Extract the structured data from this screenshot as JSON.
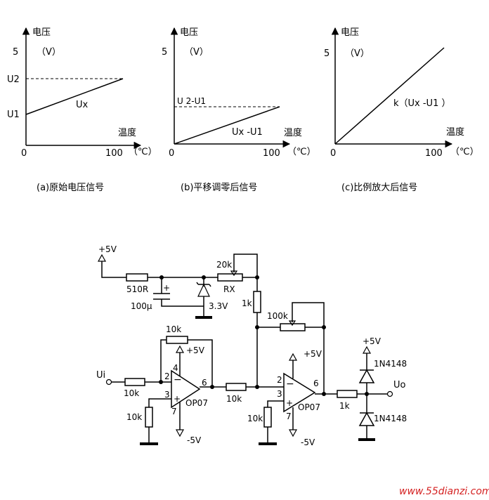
{
  "graphs": [
    {
      "y_label": "电压",
      "y_unit": "（V）",
      "y_tick": "5",
      "x_label": "温度",
      "x_unit": "（℃）",
      "origin": "0",
      "x_tick": "100",
      "level_labels": [
        "U2",
        "U1"
      ],
      "line_label": "Ux",
      "caption": "(a)原始电压信号"
    },
    {
      "y_label": "电压",
      "y_unit": "（V）",
      "y_tick": "5",
      "x_label": "温度",
      "x_unit": "（℃）",
      "origin": "0",
      "x_tick": "100",
      "level_labels": [
        "U 2-U1"
      ],
      "line_label": "Ux -U1",
      "caption": "(b)平移调零后信号"
    },
    {
      "y_label": "电压",
      "y_unit": "（V）",
      "y_tick": "5",
      "x_label": "温度",
      "x_unit": "（℃）",
      "origin": "0",
      "x_tick": "100",
      "level_labels": [],
      "line_label": "k（Ux -U1 ）",
      "caption": "(c)比例放大后信号"
    }
  ],
  "circuit": {
    "supply_top": "+5V",
    "r_510": "510R",
    "cap_plus": "+",
    "cap_value": "100μ",
    "zener": "3.3V",
    "pot_rx_value": "20k",
    "pot_rx_name": "RX",
    "r_1k_vertical": "1k",
    "pot_100k": "100k",
    "r_10k_feedback": "10k",
    "op1": {
      "vplus": "+5V",
      "vminus": "-5V",
      "name": "OP07",
      "pins": [
        "4",
        "2",
        "3",
        "6",
        "7"
      ],
      "minus": "−",
      "plus": "+"
    },
    "op2": {
      "vplus": "+5V",
      "vminus": "-5V",
      "name": "OP07",
      "pins": [
        "2",
        "3",
        "6",
        "7"
      ],
      "minus": "−",
      "plus": "+"
    },
    "input": "Ui",
    "r_10k_in": "10k",
    "r_10k_gnd1": "10k",
    "r_10k_mid": "10k",
    "r_10k_gnd2": "10k",
    "r_1k_out": "1k",
    "output": "Uo",
    "diode_top_supply": "+5V",
    "diode_1": "1N4148",
    "diode_2": "1N4148"
  },
  "watermark": "www.55dianzi.com"
}
